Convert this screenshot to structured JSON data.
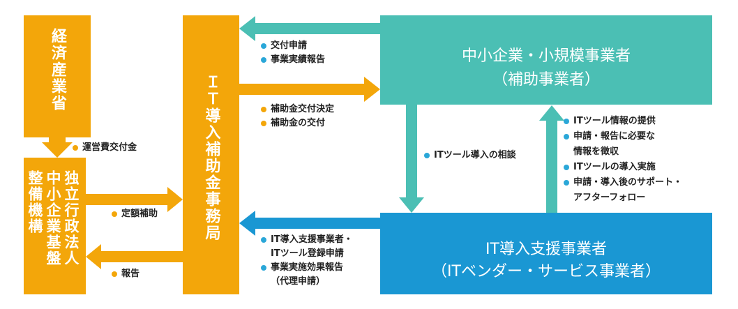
{
  "colors": {
    "orange": "#f3a60a",
    "teal": "#4bbfb4",
    "blue": "#1a97d3",
    "dot_yellow": "#f3a60a",
    "dot_blue": "#2aa7d8"
  },
  "nodes": {
    "meti": "経済産業省",
    "smrj": "独立行政法人\n中小企業基盤\n整備機構",
    "it_office": "ＩＴ導入補助金事務局",
    "sme": {
      "line1": "中小企業・小規模事業者",
      "line2": "（補助事業者）"
    },
    "it_vendor": {
      "line1": "IT導入支援事業者",
      "line2": "（ITベンダー・サービス事業者）"
    }
  },
  "annotations": {
    "sme_to_office": [
      "交付申請",
      "事業実績報告"
    ],
    "office_to_sme": [
      "補助金交付決定",
      "補助金の交付"
    ],
    "meti_to_smrj": [
      "運営費交付金"
    ],
    "smrj_to_office": [
      "定額補助"
    ],
    "office_to_smrj": [
      "報告"
    ],
    "sme_to_vendor": [
      "ITツール導入の相談"
    ],
    "vendor_to_sme": [
      {
        "text": "ITツール情報の提供"
      },
      {
        "text": "申請・報告に必要な",
        "cont": "情報を徴収"
      },
      {
        "text": "ITツールの導入実施"
      },
      {
        "text": "申請・導入後のサポート・",
        "cont": "アフターフォロー"
      }
    ],
    "vendor_to_office": [
      {
        "text": "IT導入支援事業者・",
        "cont": "ITツール登録申請"
      },
      {
        "text": "事業実施効果報告",
        "cont": "（代理申請）"
      }
    ]
  }
}
